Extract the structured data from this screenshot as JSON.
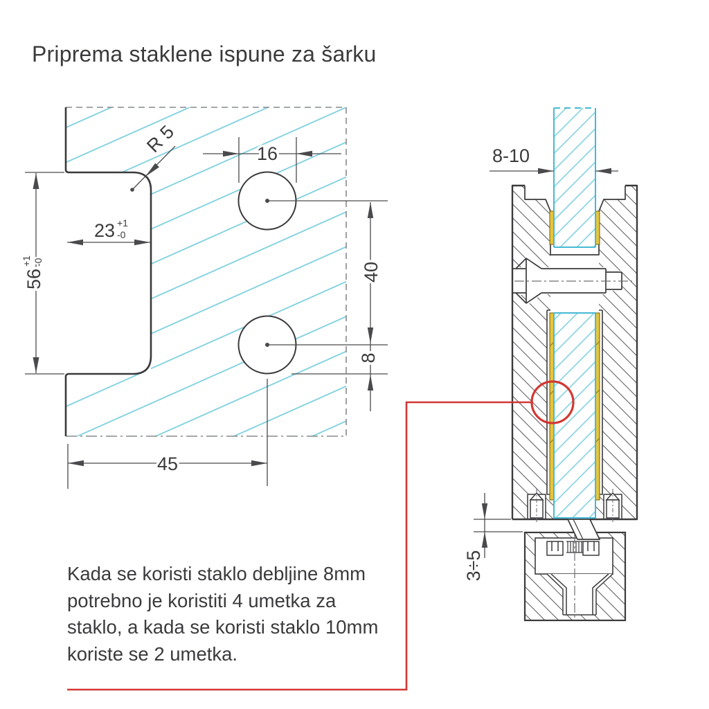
{
  "title": "Priprema staklene ispune za šarku",
  "note": {
    "lines": [
      "Kada se koristi staklo debljine 8mm",
      "potrebno je koristiti 4 umetka za",
      "staklo, a kada se koristi staklo 10mm",
      "koriste se 2 umetka."
    ]
  },
  "plan_view": {
    "corner_radius": "R 5",
    "hole_diameter": "16",
    "notch_depth": {
      "value": "23",
      "tol_plus": "+1",
      "tol_minus": "-0"
    },
    "notch_height": {
      "value": "56",
      "tol_plus": "+1",
      "tol_minus": "-0"
    },
    "hole_spacing": "40",
    "hole_edge_offset": "8",
    "notch_width": "45"
  },
  "section_view": {
    "glass_thickness": "8-10",
    "floor_gap": "3÷5"
  },
  "colors": {
    "line": "#3a3a3c",
    "dim": "#4a4a4d",
    "text": "#3b3b3e",
    "glass-edge": "#45b9d3",
    "glass-hatch": "#79cede",
    "steel-hatch": "#56565b",
    "gasket": "#e6c53c",
    "gasket-edge": "#7a6a1e",
    "red": "#d23734"
  }
}
